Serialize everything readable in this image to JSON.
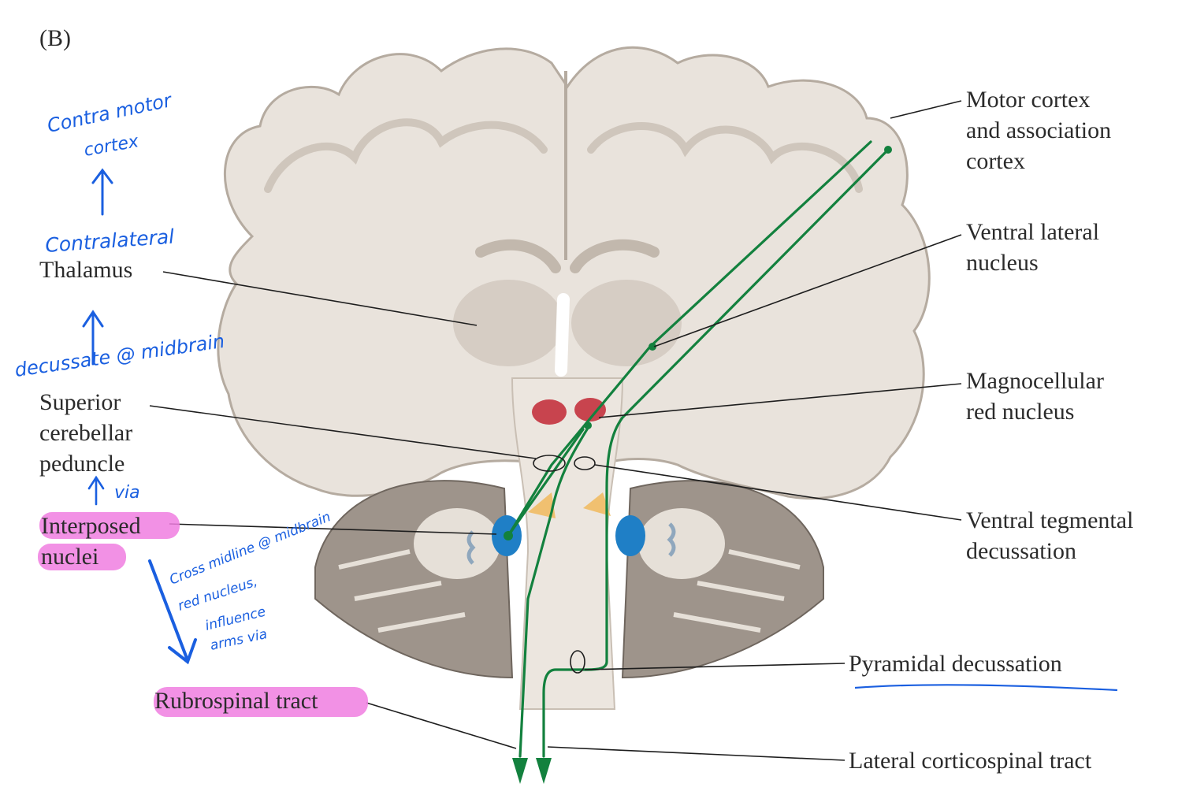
{
  "panel_letter": "(B)",
  "labels": {
    "motor_cortex": [
      "Motor cortex",
      "and association",
      "cortex"
    ],
    "ventral_lateral": [
      "Ventral lateral",
      "nucleus"
    ],
    "magnocellular": [
      "Magnocellular",
      "red nucleus"
    ],
    "ventral_tegmental": [
      "Ventral tegmental",
      "decussation"
    ],
    "pyramidal": "Pyramidal decussation",
    "lateral_cst": "Lateral corticospinal tract",
    "thalamus": "Thalamus",
    "superior_cerebellar": [
      "Superior",
      "cerebellar",
      "peduncle"
    ],
    "interposed": [
      "Interposed",
      "nuclei"
    ],
    "rubrospinal": "Rubrospinal tract"
  },
  "handwritten": {
    "contra_motor": [
      "Contra motor",
      "cortex"
    ],
    "contralateral": "Contralateral",
    "decussate": "decussate @ midbrain",
    "via": "via",
    "cross_note": [
      "Cross midline @ midbrain",
      "red nucleus,",
      "influence",
      "arms via"
    ]
  },
  "colors": {
    "pathway": "#13813e",
    "red_nucleus": "#c8444e",
    "interposed": "#1f7fc6",
    "dentate_area": "#f0c070",
    "highlight": "#f07ee0",
    "ink": "#1a5fe0",
    "brain_gray": "#d9d2c9",
    "brain_outline": "#b5aba0"
  }
}
